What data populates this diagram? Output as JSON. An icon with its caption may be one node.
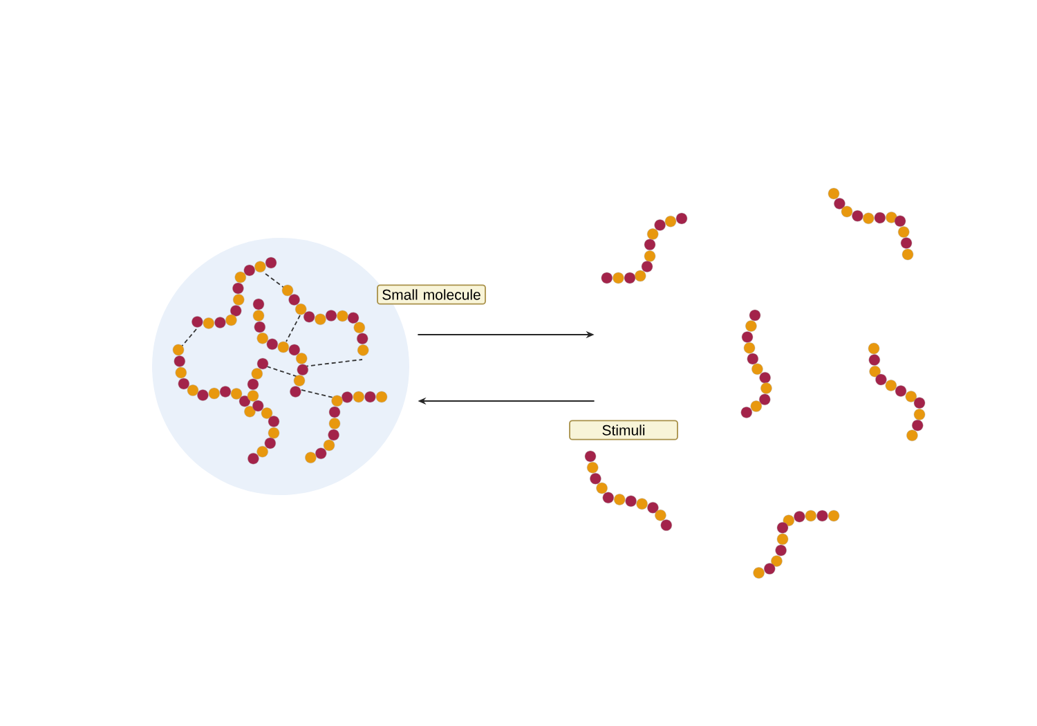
{
  "diagram": {
    "nodes": [
      {
        "text": [],
        "shape": "circle"
      },
      {
        "text": [],
        "shape": "picture"
      }
    ],
    "edges": [
      {
        "from": 0,
        "to": 1,
        "arrow": "to",
        "label": "Small molecule"
      },
      {
        "from": 1,
        "to": 0,
        "arrow": "to",
        "label": "Stimuli"
      }
    ]
  }
}
